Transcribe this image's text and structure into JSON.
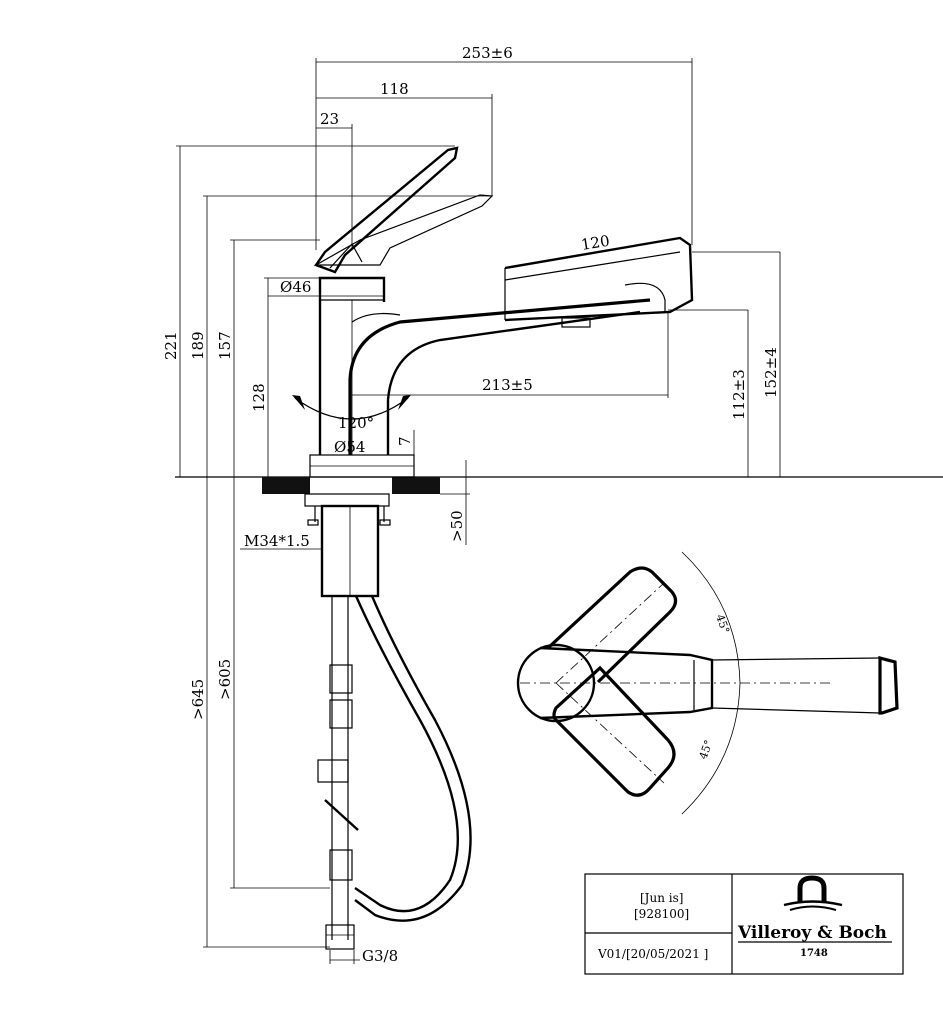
{
  "dimensions": {
    "total_length": "253±6",
    "handle_reach": "118",
    "lever_offset": "23",
    "spout_width": "120",
    "diameter_body": "46",
    "height_221": "221",
    "height_189": "189",
    "height_157": "157",
    "height_128": "128",
    "spout_reach": "213±5",
    "outlet_height": "112±3",
    "head_height": "152±4",
    "rotation": "120°",
    "diameter_base": "54",
    "base_thickness": "7",
    "deck_thickness": ">50",
    "thread": "M34*1.5",
    "hose_645": ">645",
    "hose_605": ">605",
    "connection": "G3/8",
    "angle_top": "45°",
    "angle_bottom": "45°"
  },
  "title_block": {
    "name": "[Jun is]",
    "number": "[928100]",
    "version": "V01/[20/05/2021 ]",
    "brand": "Villeroy & Boch",
    "year": "1748"
  }
}
